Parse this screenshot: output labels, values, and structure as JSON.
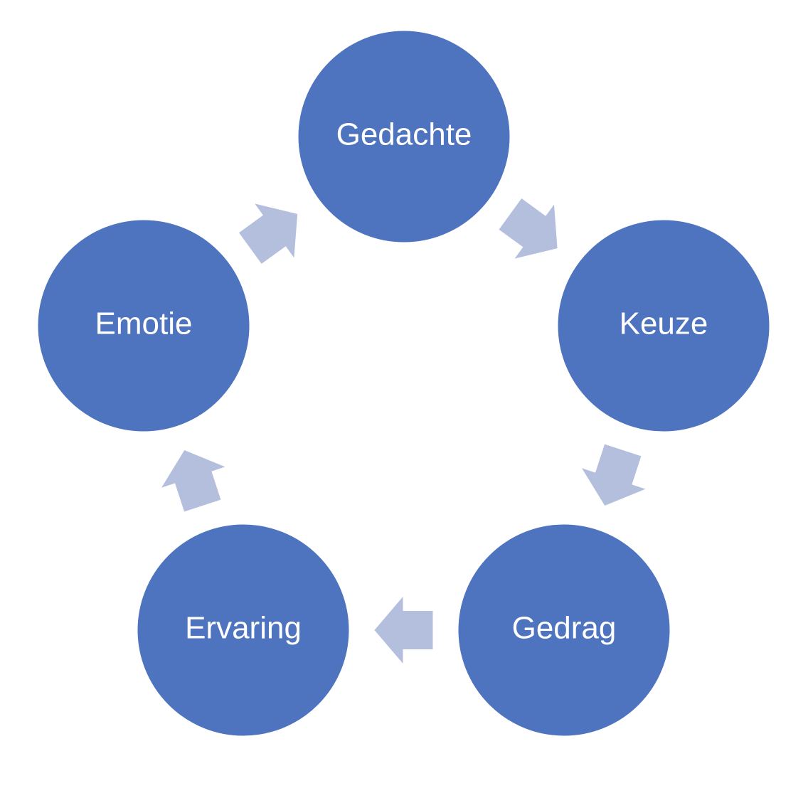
{
  "diagram": {
    "type": "cycle",
    "nodes": [
      {
        "id": "gedachte",
        "label": "Gedachte"
      },
      {
        "id": "keuze",
        "label": "Keuze"
      },
      {
        "id": "gedrag",
        "label": "Gedrag"
      },
      {
        "id": "ervaring",
        "label": "Ervaring"
      },
      {
        "id": "emotie",
        "label": "Emotie"
      }
    ],
    "edges": [
      {
        "from": "gedachte",
        "to": "keuze"
      },
      {
        "from": "keuze",
        "to": "gedrag"
      },
      {
        "from": "gedrag",
        "to": "ervaring"
      },
      {
        "from": "ervaring",
        "to": "emotie"
      },
      {
        "from": "emotie",
        "to": "gedachte"
      }
    ]
  },
  "colors": {
    "node_fill": "#4e74bf",
    "arrow_fill": "#b3bfdd",
    "label_text": "#ffffff",
    "background": "#ffffff"
  }
}
